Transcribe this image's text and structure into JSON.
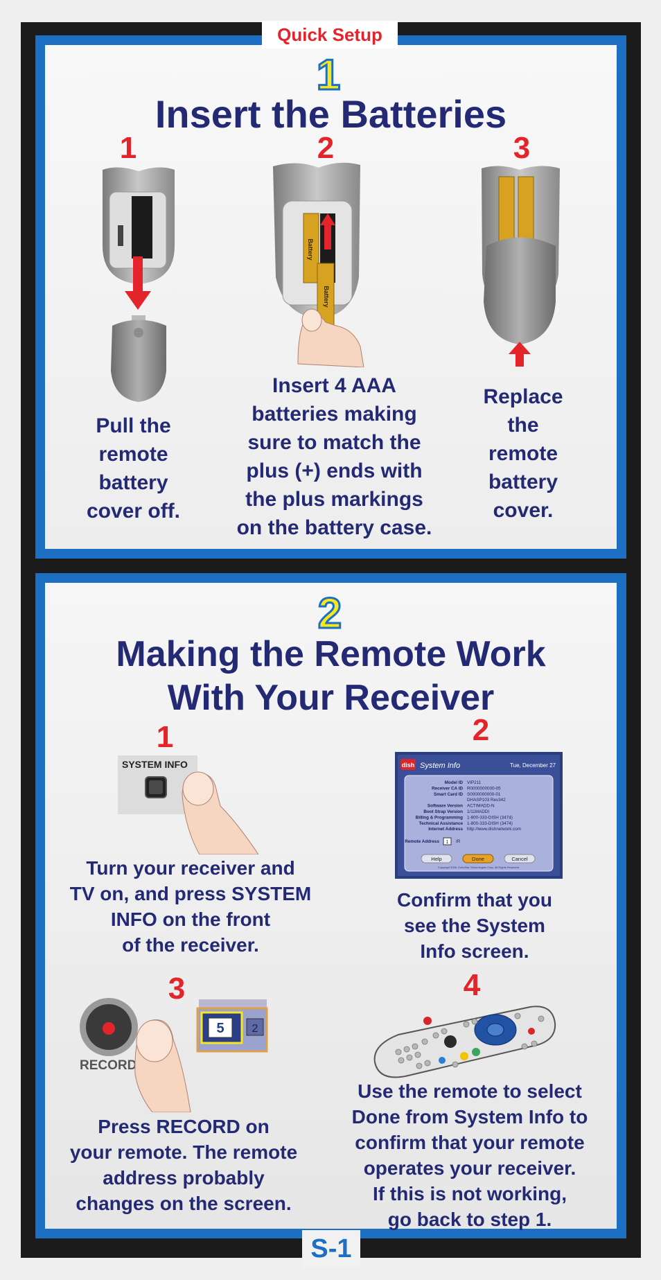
{
  "header": {
    "label": "Quick Setup"
  },
  "section1": {
    "number": "1",
    "title": "Insert the Batteries",
    "steps": [
      {
        "number": "1",
        "caption": "Pull the\nremote\nbattery\ncover off."
      },
      {
        "number": "2",
        "caption": "Insert 4 AAA\nbatteries making\nsure to match the\nplus (+) ends with\nthe plus markings\non the battery case."
      },
      {
        "number": "3",
        "caption": "Replace\nthe\nremote\nbattery\ncover."
      }
    ],
    "battery_label": "Battery",
    "plus_sign": "+"
  },
  "section2": {
    "number": "2",
    "title_line1": "Making the Remote Work",
    "title_line2": "With Your Receiver",
    "steps": [
      {
        "number": "1",
        "caption": "Turn your receiver and\nTV on, and press SYSTEM\nINFO on the front\nof the receiver.",
        "button_label": "SYSTEM INFO"
      },
      {
        "number": "2",
        "caption": "Confirm that you\nsee the System\nInfo screen."
      },
      {
        "number": "3",
        "caption": "Press RECORD on\nyour remote. The remote\naddress probably\nchanges on the screen.",
        "button_label": "RECORD",
        "address_value": "5",
        "tv_number": "2"
      },
      {
        "number": "4",
        "caption": "Use the remote to select\nDone from System Info to\nconfirm that your remote\noperates your receiver.\nIf this is not working,\ngo back to step 1."
      }
    ]
  },
  "system_info_screen": {
    "logo": "dish",
    "title": "System Info",
    "date": "Tue, December 27",
    "rows": [
      {
        "label": "Model ID",
        "value": "VIP211"
      },
      {
        "label": "Receiver CA ID",
        "value": "R0000000000-05"
      },
      {
        "label": "Smart Card ID",
        "value": "S0000000000-01"
      },
      {
        "label": "",
        "value": "DHASP103 Rev342"
      },
      {
        "label": "Software Version",
        "value": "ACTIMADD-N"
      },
      {
        "label": "Boot Strap Version",
        "value": "1/11MADDI"
      },
      {
        "label": "Billing & Programming",
        "value": "1-800-333-DISH (3474)"
      },
      {
        "label": "Technical Assistance",
        "value": "1-800-333-DISH (3474)"
      },
      {
        "label": "Internet Address",
        "value": "http://www.dishnetwork.com"
      }
    ],
    "remote_address_label": "Remote Address",
    "remote_address_value": "1",
    "remote_address_type": "IR",
    "buttons": [
      "Help",
      "Done",
      "Cancel"
    ],
    "copyright": "Copyright 2005, EchoStar Technologies Corp. All Rights Reserved."
  },
  "footer": {
    "label": "S-1"
  },
  "colors": {
    "navy_text": "#232a73",
    "red_accent": "#e3242b",
    "blue_border": "#1d6fc3",
    "yellow_number": "#f8e71c"
  }
}
